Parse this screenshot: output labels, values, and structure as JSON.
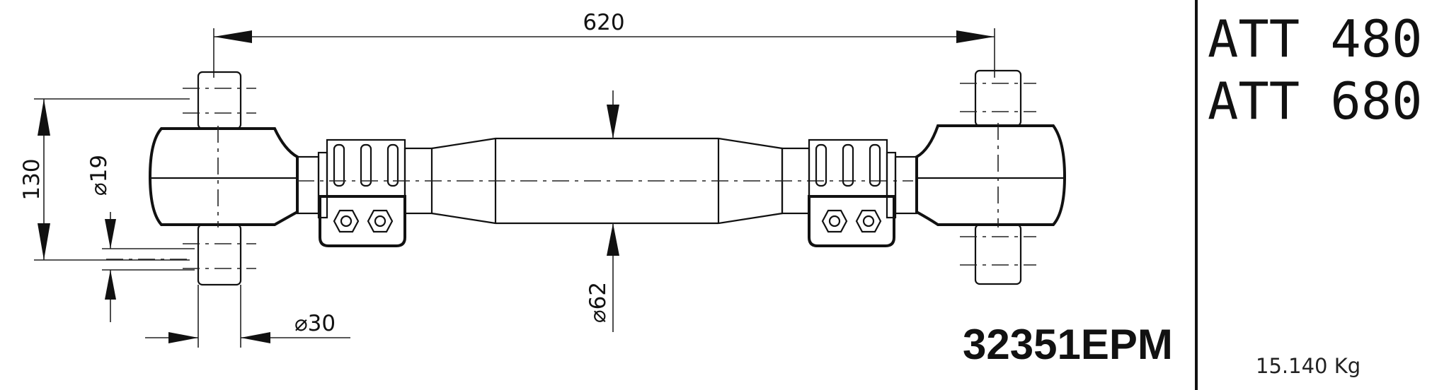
{
  "dimensions": {
    "overall_length": "620",
    "eye_height": "130",
    "pin_diameter": "⌀19",
    "stud_diameter": "⌀30",
    "tube_diameter": "⌀62"
  },
  "part_number": "32351EPM",
  "models": [
    "ATT 480",
    "ATT 680"
  ],
  "weight": "15.140 Kg"
}
